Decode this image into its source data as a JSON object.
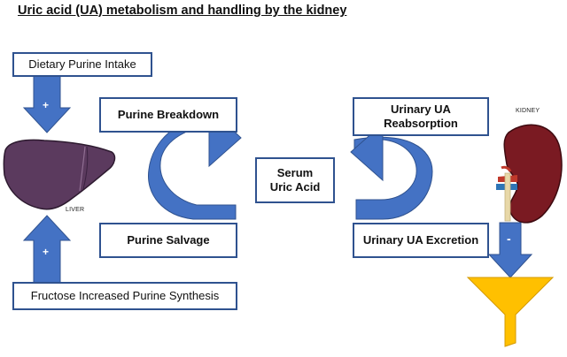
{
  "title": "Uric acid (UA) metabolism and handling by the kidney",
  "boxes": {
    "dietary": "Dietary Purine Intake",
    "fructose": "Fructose Increased Purine Synthesis",
    "purine_breakdown": "Purine Breakdown",
    "purine_salvage": "Purine Salvage",
    "serum_line1": "Serum",
    "serum_line2": "Uric Acid",
    "reabsorption_line1": "Urinary UA",
    "reabsorption_line2": "Reabsorption",
    "excretion": "Urinary UA Excretion"
  },
  "labels": {
    "liver": "LIVER",
    "kidney": "KIDNEY"
  },
  "signs": {
    "dietary_arrow": "+",
    "fructose_arrow": "+",
    "kidney_arrow": "-"
  },
  "colors": {
    "arrow": "#4472c4",
    "arrow_border": "#2f528f",
    "box_border": "#2f528f",
    "liver": "#5b3a5e",
    "kidney": "#7a1a22",
    "funnel": "#ffc000"
  }
}
